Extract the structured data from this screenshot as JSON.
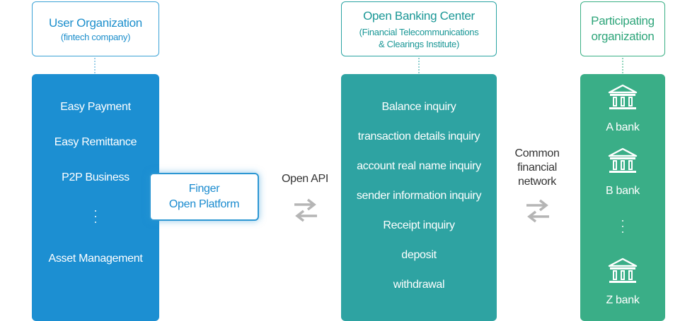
{
  "user_org": {
    "title": "User Organization",
    "subtitle": "(fintech company)",
    "items": [
      "Easy Payment",
      "Easy Remittance",
      "P2P Business",
      "Asset Management"
    ]
  },
  "finger": {
    "line1": "Finger",
    "line2": "Open Platform"
  },
  "open_api_label": "Open API",
  "center": {
    "title": "Open Banking Center",
    "subtitle1": "(Financial Telecommunications",
    "subtitle2": "& Clearings Institute)",
    "items": [
      "Balance inquiry",
      "transaction details inquiry",
      "account real name inquiry",
      "sender information inquiry",
      "Receipt inquiry",
      "deposit",
      "withdrawal"
    ]
  },
  "network_label": {
    "line1": "Common",
    "line2": "financial",
    "line3": "network"
  },
  "participating": {
    "title1": "Participating",
    "title2": "organization",
    "banks": [
      "A bank",
      "B bank",
      "Z bank"
    ]
  },
  "colors": {
    "blue": "#1c8fd2",
    "teal": "#2ea3a2",
    "green": "#3aae87",
    "arrow": "#b5b5b5"
  },
  "icons": {
    "bank": "bank-building-icon",
    "exchange": "exchange-arrows-icon"
  }
}
